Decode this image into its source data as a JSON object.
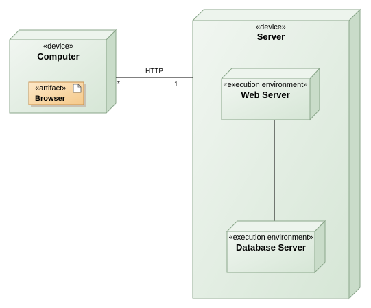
{
  "diagram": {
    "nodes": {
      "computer": {
        "stereotype": "«device»",
        "name": "Computer"
      },
      "browser": {
        "stereotype": "«artifact»",
        "name": "Browser"
      },
      "server": {
        "stereotype": "«device»",
        "name": "Server"
      },
      "web_server": {
        "stereotype": "«execution environment»",
        "name": "Web Server"
      },
      "database_server": {
        "stereotype": "«execution environment»",
        "name": "Database Server"
      }
    },
    "connections": {
      "http": {
        "label": "HTTP",
        "source_multiplicity": "*",
        "target_multiplicity": "1"
      }
    },
    "colors": {
      "node_fill": "#e3eee3",
      "node_side": "#c4d9c4",
      "node_stroke": "#8aa68a",
      "artifact_fill": "#f9d9a8",
      "artifact_stroke": "#c78f4d"
    }
  }
}
